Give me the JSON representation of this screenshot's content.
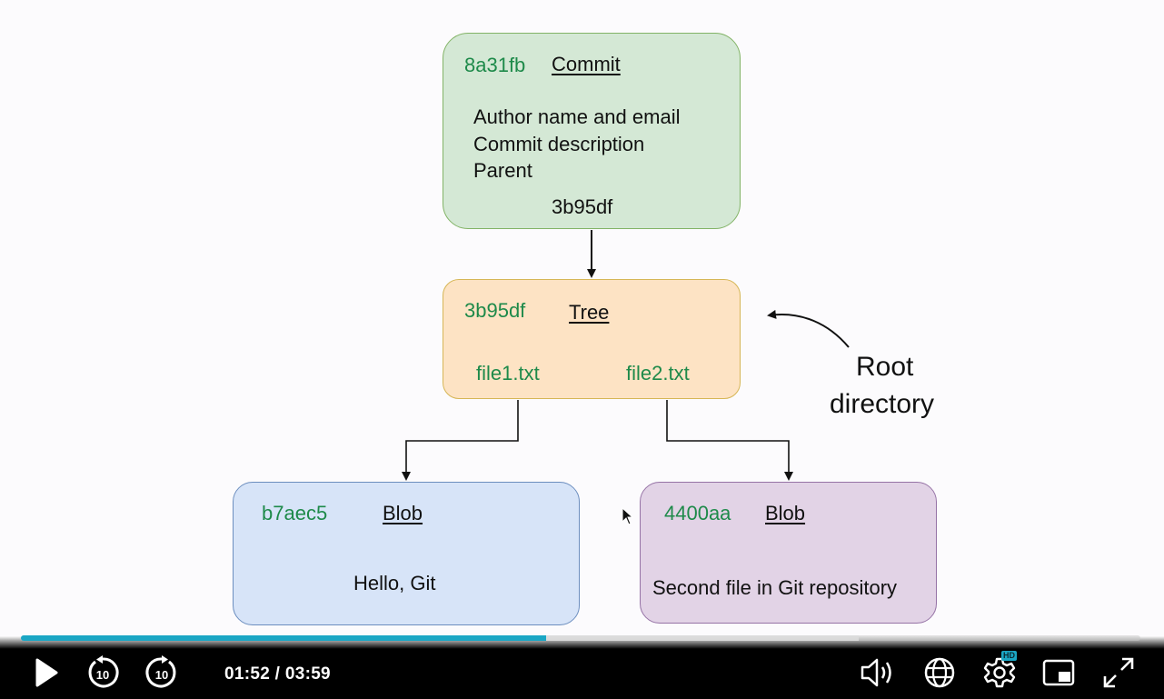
{
  "diagram": {
    "commit": {
      "hash": "8a31fb",
      "type": "Commit",
      "lines": [
        "Author name and email",
        "Commit description",
        "Parent"
      ],
      "tree_ref": "3b95df"
    },
    "tree": {
      "hash": "3b95df",
      "type": "Tree",
      "files": [
        "file1.txt",
        "file2.txt"
      ]
    },
    "blob1": {
      "hash": "b7aec5",
      "type": "Blob",
      "content": "Hello, Git"
    },
    "blob2": {
      "hash": "4400aa",
      "type": "Blob",
      "content": "Second file in Git repository"
    },
    "annotation": {
      "line1": "Root",
      "line2": "directory"
    }
  },
  "player": {
    "time_display": "01:52 / 03:59",
    "current_time": "01:52",
    "duration": "03:59",
    "progress_fraction": 0.469,
    "buffered_fraction": 0.748,
    "quality_badge": "HD",
    "accent_color": "#1aa6c4",
    "icons": [
      "play-icon",
      "rewind-10-icon",
      "forward-10-icon",
      "volume-icon",
      "globe-icon",
      "settings-icon",
      "picture-in-picture-icon",
      "fullscreen-icon"
    ]
  }
}
